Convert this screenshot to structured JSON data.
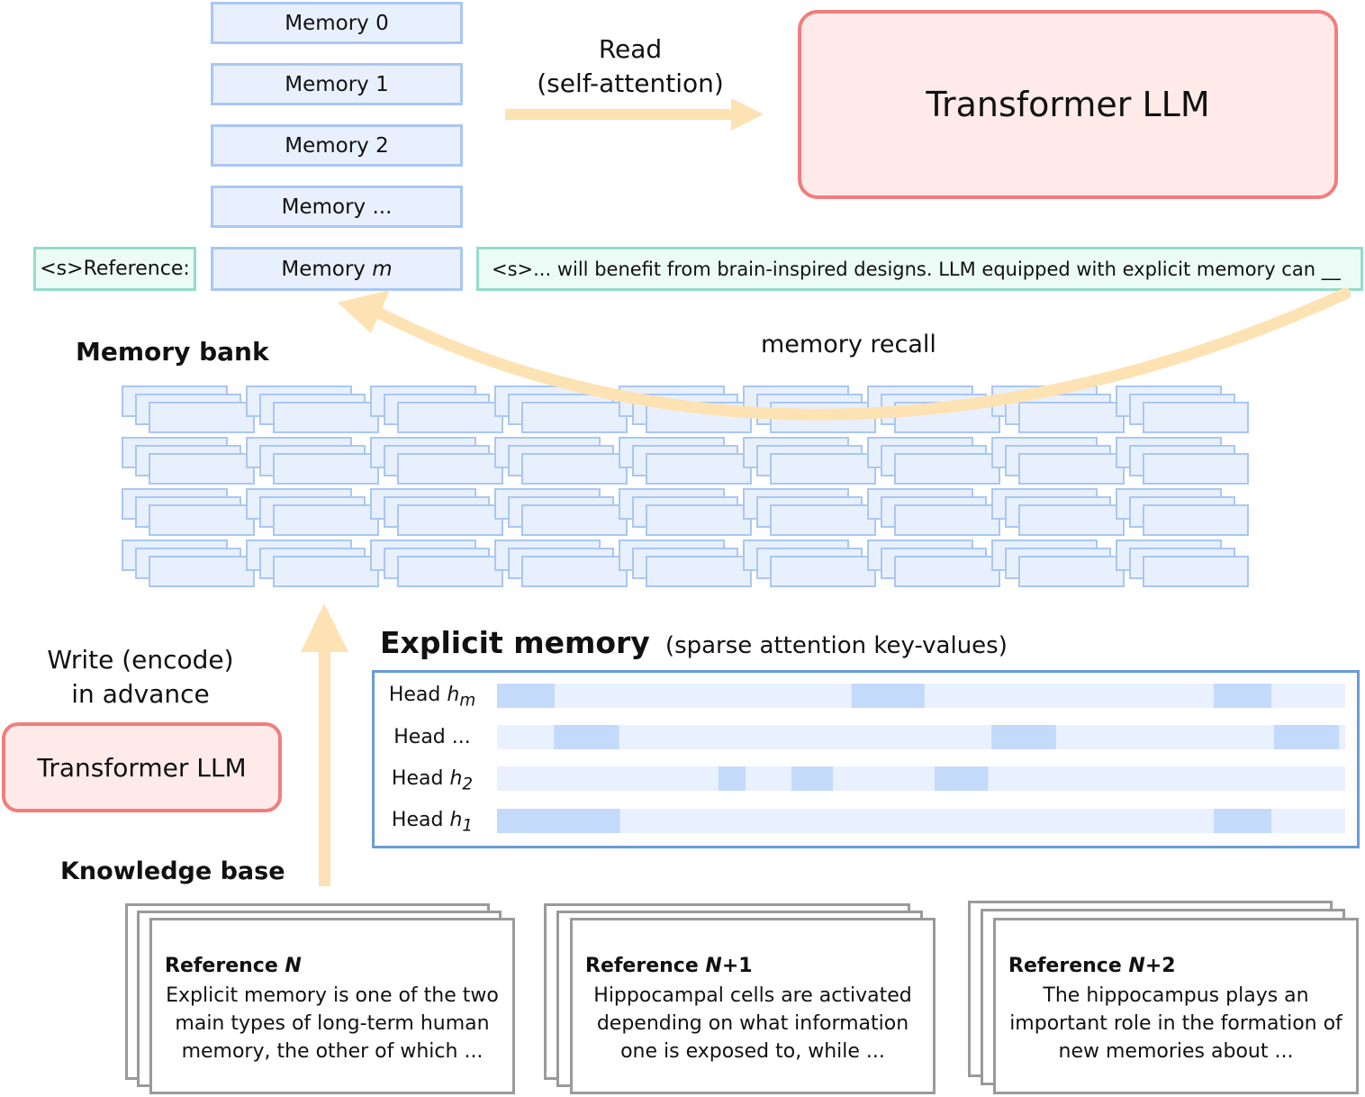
{
  "memories": [
    "Memory 0",
    "Memory 1",
    "Memory 2",
    "Memory ..."
  ],
  "memory_m": {
    "prefix": "Memory ",
    "var": "m"
  },
  "read": {
    "line1": "Read",
    "line2": "(self-attention)"
  },
  "llm_top": "Transformer LLM",
  "reference_prompt": "<s>Reference:",
  "context_text": "<s>... will benefit from brain-inspired designs. LLM equipped with explicit memory can __",
  "memory_recall": "memory recall",
  "memory_bank": "Memory bank",
  "write": {
    "line1": "Write (encode)",
    "line2": "in advance"
  },
  "llm_bottom": "Transformer LLM",
  "knowledge_base": "Knowledge base",
  "explicit_memory": {
    "title": "Explicit memory",
    "subtitle": "(sparse attention key-values)"
  },
  "heads": [
    {
      "prefix": "Head ",
      "var": "h",
      "sub": "m"
    },
    {
      "prefix": "Head ...",
      "var": "",
      "sub": ""
    },
    {
      "prefix": "Head ",
      "var": "h",
      "sub": "2"
    },
    {
      "prefix": "Head ",
      "var": "h",
      "sub": "1"
    }
  ],
  "head_segments": [
    [
      [
        0.0,
        0.068
      ],
      [
        0.418,
        0.504
      ],
      [
        0.845,
        0.913
      ]
    ],
    [
      [
        0.067,
        0.144
      ],
      [
        0.583,
        0.659
      ],
      [
        0.916,
        0.993
      ]
    ],
    [
      [
        0.261,
        0.293
      ],
      [
        0.347,
        0.396
      ],
      [
        0.516,
        0.579
      ]
    ],
    [
      [
        0.0,
        0.145
      ],
      [
        0.845,
        0.913
      ]
    ]
  ],
  "references": [
    {
      "title": "Reference ",
      "var": "N",
      "suffix": "",
      "body": "Explicit memory is one of the two main types of long-term human memory, the other of which ..."
    },
    {
      "title": "Reference ",
      "var": "N",
      "suffix": "+1",
      "body": "Hippocampal cells are activated depending on what information one is exposed to, while ..."
    },
    {
      "title": "Reference ",
      "var": "N",
      "suffix": "+2",
      "body": "The hippocampus plays an important role in the formation of new memories about ..."
    }
  ],
  "colors": {
    "memory_fill": "#e8f0fe",
    "memory_border": "#a9c7f3",
    "llm_fill": "#ffeaea",
    "llm_border": "#f17d7d",
    "teal_fill": "#ecfbf6",
    "teal_border": "#94dccb",
    "arrow": "#fde2b3",
    "panel_border": "#6a9bd8",
    "head_track": "#e9f1fe",
    "head_segment": "#c4dafb"
  }
}
